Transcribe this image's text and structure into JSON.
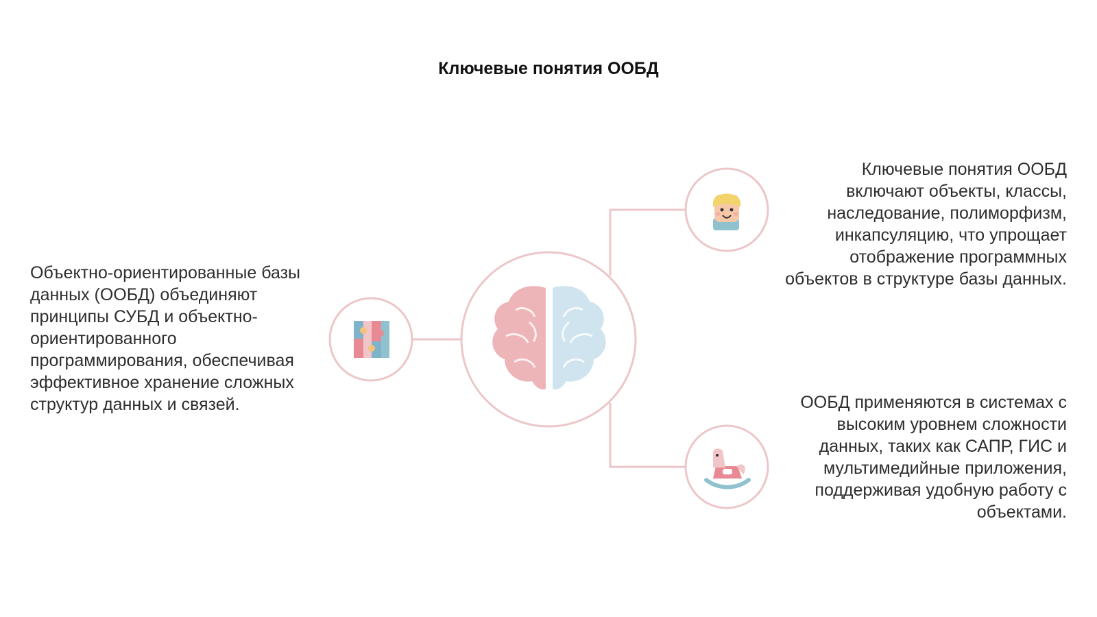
{
  "title": "Ключевые понятия ООБД",
  "colors": {
    "ring": "#ecc6c8",
    "connector": "#ecc6c8",
    "brain_left": "#eeb5b8",
    "brain_right": "#cfe4ee",
    "text": "#2e2e2e"
  },
  "nodes": {
    "center": {
      "icon": "brain-icon"
    },
    "left": {
      "icon": "puzzle-icon",
      "text": "Объектно-ориентированные базы данных (ООБД) объединяют принципы СУБД и объектно-ориентированного программирования, обеспечивая эффективное хранение сложных структур данных и связей."
    },
    "right_top": {
      "icon": "child-face-icon",
      "text": "Ключевые понятия ООБД включают объекты, классы, наследование, полиморфизм, инкапсуляцию, что упрощает отображение программных объектов в структуре базы данных."
    },
    "right_bottom": {
      "icon": "rocking-horse-icon",
      "text": "ООБД применяются в системах с высоким уровнем сложности данных, таких как САПР, ГИС и мультимедийные приложения, поддерживая удобную работу с объектами."
    }
  }
}
